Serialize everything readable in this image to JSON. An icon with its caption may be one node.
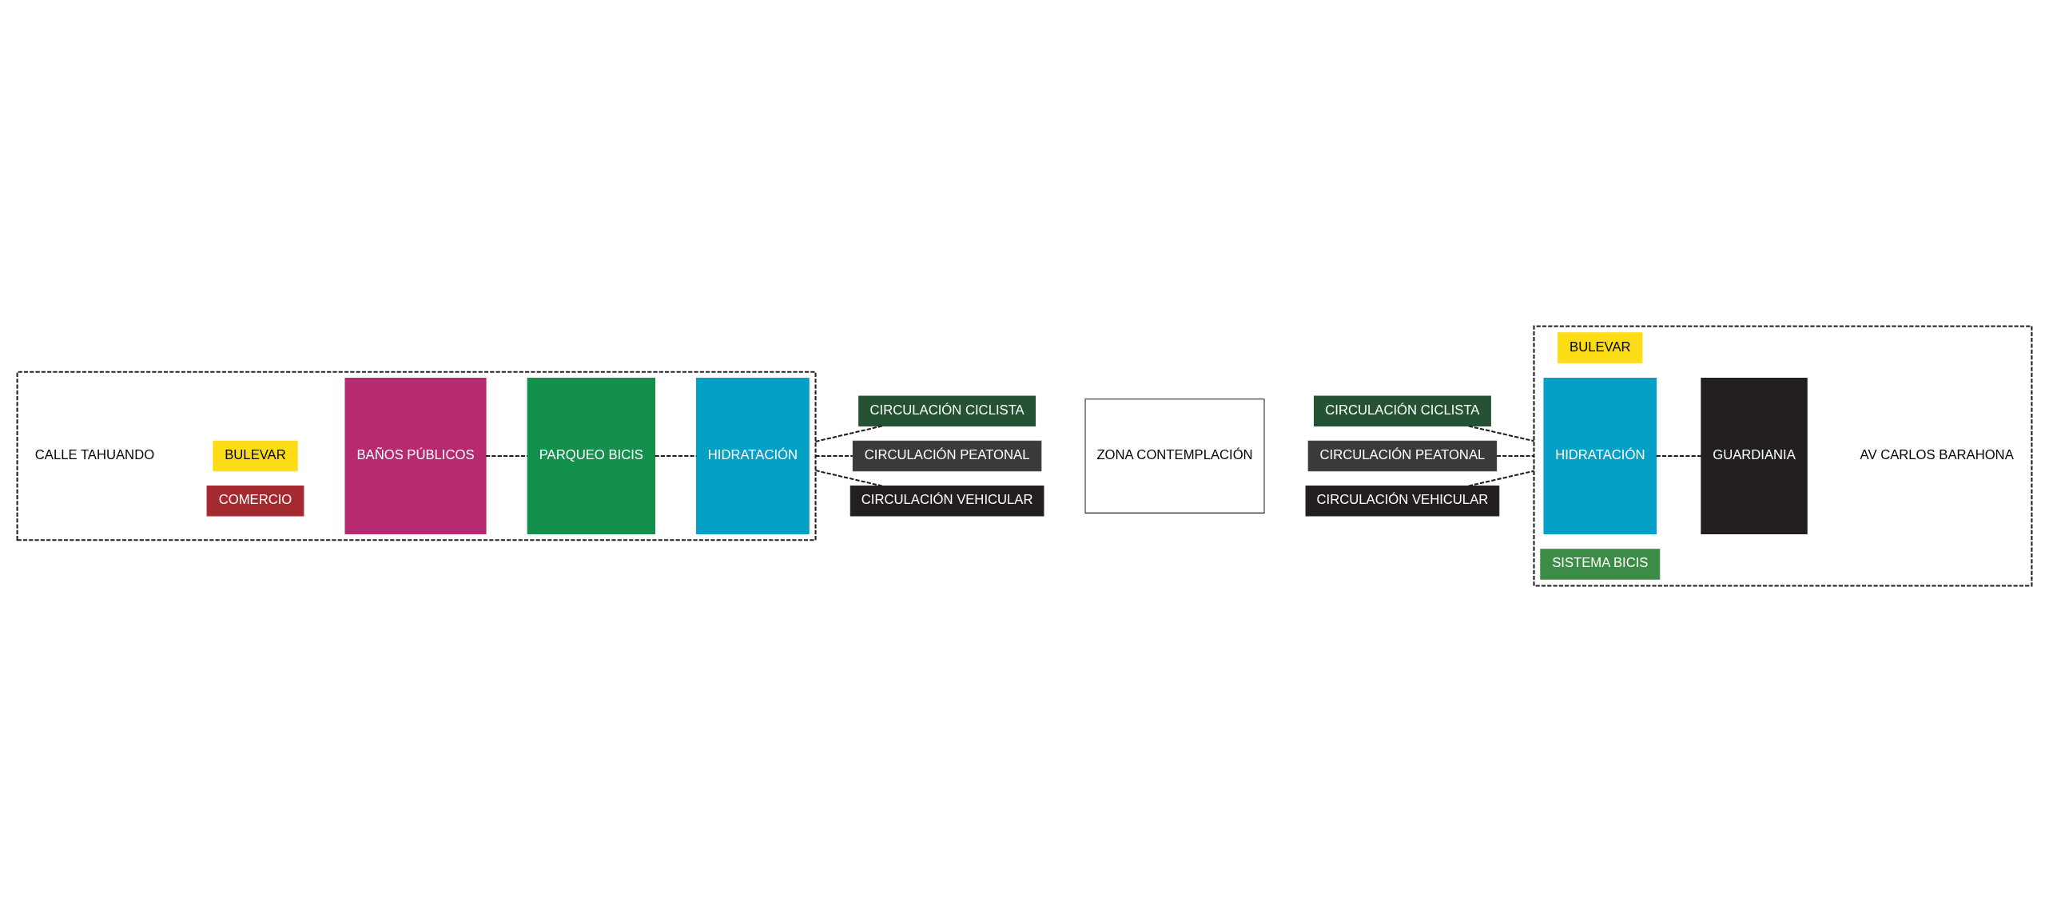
{
  "diagram": {
    "nodes": [
      {
        "text": [],
        "shape": "box"
      },
      {
        "text": [
          "BULEVAR"
        ],
        "in": 0
      },
      {
        "text": [
          "COMERCIO"
        ],
        "in": 0
      },
      {
        "text": [
          "BAÑOS PÚBLICOS"
        ],
        "in": 0
      },
      {
        "text": [
          "PARQUEO BICIS"
        ],
        "in": 0
      },
      {
        "text": [
          "HIDRATACIÓN"
        ],
        "in": 0
      },
      {
        "text": [
          "CIRCULACIÓN CICLISTA"
        ]
      },
      {
        "text": [
          "CIRCULACIÓN PEATONAL"
        ]
      },
      {
        "text": [
          "CIRCULACIÓN VEHICULAR"
        ]
      },
      {
        "text": [
          "ZONA CONTEMPLACIÓN"
        ]
      },
      {
        "text": [
          "CIRCULACIÓN CICLISTA"
        ]
      },
      {
        "text": [
          "CIRCULACIÓN PEATONAL"
        ]
      },
      {
        "text": [
          "CIRCULACIÓN VEHICULAR"
        ]
      },
      {
        "text": [],
        "shape": "box"
      },
      {
        "text": [
          "BULEVAR"
        ],
        "in": 13
      },
      {
        "text": [
          "HIDRATACIÓN"
        ],
        "in": 13
      },
      {
        "text": [
          "GUARDIANIA"
        ],
        "in": 13
      },
      {
        "text": [
          "SISTEMA BICIS"
        ],
        "in": 13
      }
    ],
    "edges": [
      {
        "from": 3,
        "to": 4,
        "arrow": "none",
        "style": "dashed"
      },
      {
        "from": 4,
        "to": 5,
        "arrow": "none",
        "style": "dashed"
      },
      {
        "from": 0,
        "to": 6,
        "arrow": "none",
        "style": "dashed"
      },
      {
        "from": 0,
        "to": 7,
        "arrow": "none",
        "style": "dashed"
      },
      {
        "from": 0,
        "to": 8,
        "arrow": "none",
        "style": "dashed"
      },
      {
        "from": 10,
        "to": 13,
        "arrow": "none",
        "style": "dashed"
      },
      {
        "from": 11,
        "to": 13,
        "arrow": "none",
        "style": "dashed"
      },
      {
        "from": 12,
        "to": 13,
        "arrow": "none",
        "style": "dashed"
      },
      {
        "from": 15,
        "to": 16,
        "arrow": "none",
        "style": "dashed"
      }
    ],
    "labels": [
      "CALLE TAHUANDO",
      "AV CARLOS BARAHONA"
    ]
  }
}
